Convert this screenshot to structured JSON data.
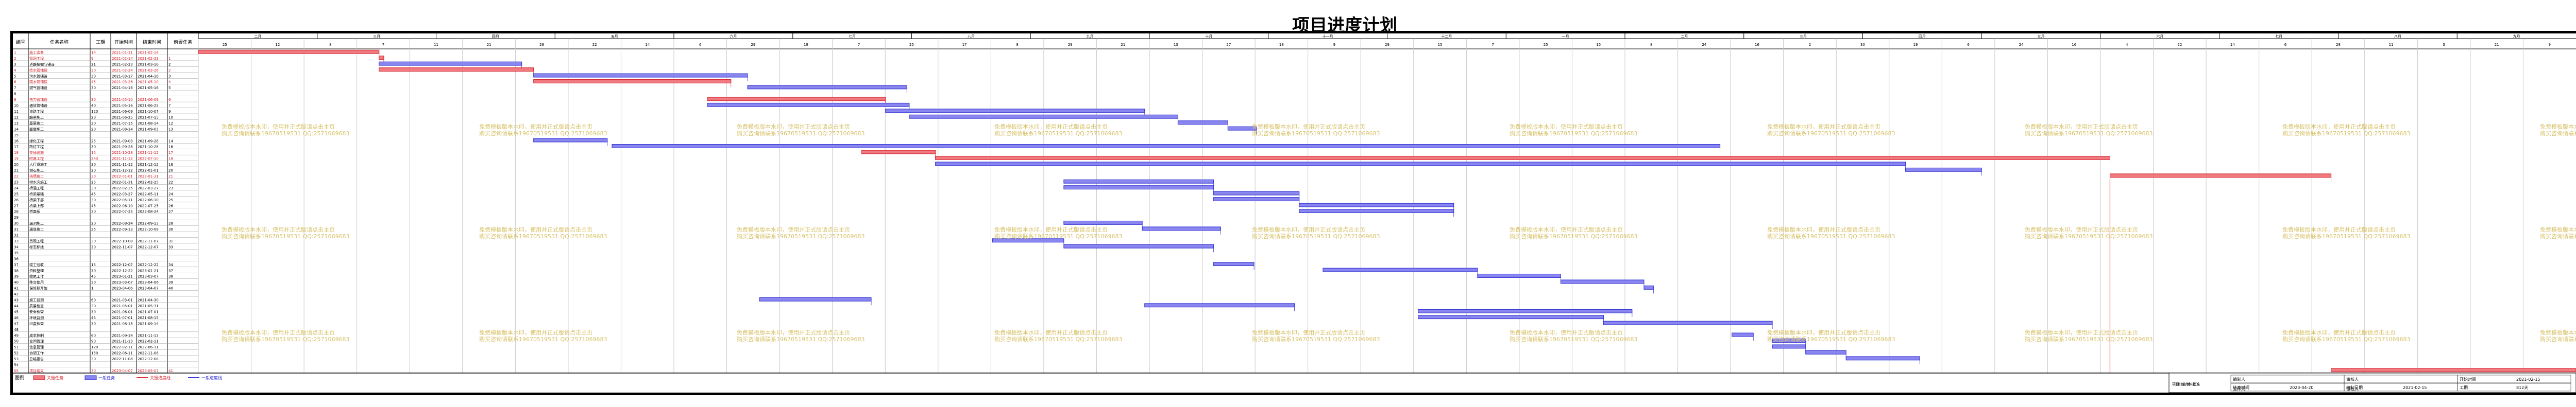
{
  "title": "项目进度计划",
  "columns": [
    "编号",
    "任务名称",
    "工期",
    "开始时间",
    "结束时间",
    "前置任务"
  ],
  "months": [
    "二月",
    "三月",
    "四月",
    "五月",
    "六月",
    "七月",
    "八月",
    "九月",
    "十月",
    "十一月",
    "十二月",
    "一月",
    "二月",
    "三月",
    "四月",
    "五月",
    "六月",
    "七月",
    "八月",
    "九月"
  ],
  "days": [
    "25",
    "12",
    "8",
    "7",
    "11",
    "21",
    "28",
    "22",
    "14",
    "6",
    "29",
    "19",
    "7",
    "25",
    "17",
    "8",
    "29",
    "21",
    "13",
    "27",
    "18",
    "9",
    "29",
    "15",
    "7",
    "25",
    "15",
    "8",
    "24",
    "16",
    "2",
    "30",
    "19",
    "6",
    "24",
    "16",
    "4",
    "22",
    "14",
    "6",
    "28",
    "11",
    "3",
    "21",
    "9"
  ],
  "watermark": [
    "免费模板版本水印，使用并正式版请点击主页",
    "购买咨询请联系19670519531 QQ:2571069683"
  ],
  "tasks": [
    {
      "id": "1",
      "name": "施工准备",
      "dur": "14",
      "start": "2021-01-31",
      "end": "2021-02-14",
      "pre": "",
      "type": "critical",
      "bar": [
        0.0,
        0.076
      ]
    },
    {
      "id": "2",
      "name": "管网工程",
      "dur": "9",
      "start": "2021-02-14",
      "end": "2021-02-23",
      "pre": "1",
      "type": "critical",
      "bar": [
        0.076,
        0.078
      ]
    },
    {
      "id": "3",
      "name": "道路挖掘与铺设",
      "dur": "21",
      "start": "2021-02-23",
      "end": "2021-03-16",
      "pre": "2",
      "type": "normal",
      "bar": [
        0.076,
        0.136
      ]
    },
    {
      "id": "4",
      "name": "给水管铺设",
      "dur": "30",
      "start": "2021-02-24",
      "end": "2021-03-26",
      "pre": "2",
      "type": "critical",
      "bar": [
        0.076,
        0.141
      ]
    },
    {
      "id": "5",
      "name": "污水管铺设",
      "dur": "30",
      "start": "2021-03-17",
      "end": "2021-04-16",
      "pre": "3",
      "type": "normal",
      "bar": [
        0.141,
        0.231
      ]
    },
    {
      "id": "6",
      "name": "雨水管铺设",
      "dur": "45",
      "start": "2021-03-26",
      "end": "2021-05-10",
      "pre": "4",
      "type": "critical",
      "bar": [
        0.141,
        0.224
      ]
    },
    {
      "id": "7",
      "name": "燃气管铺设",
      "dur": "30",
      "start": "2021-04-16",
      "end": "2021-05-16",
      "pre": "5",
      "type": "normal",
      "bar": [
        0.231,
        0.298
      ]
    },
    {
      "id": "8",
      "name": "",
      "dur": "",
      "start": "",
      "end": "",
      "pre": "",
      "type": "none",
      "bar": null
    },
    {
      "id": "9",
      "name": "电力管铺设",
      "dur": "30",
      "start": "2021-05-10",
      "end": "2021-06-09",
      "pre": "6",
      "type": "critical",
      "bar": [
        0.214,
        0.289
      ]
    },
    {
      "id": "10",
      "name": "通信管铺设",
      "dur": "40",
      "start": "2021-05-16",
      "end": "2021-06-25",
      "pre": "7",
      "type": "normal",
      "bar": [
        0.214,
        0.299
      ]
    },
    {
      "id": "11",
      "name": "道路工程",
      "dur": "120",
      "start": "2021-06-09",
      "end": "2021-10-07",
      "pre": "9",
      "type": "normal",
      "bar": [
        0.289,
        0.398
      ]
    },
    {
      "id": "12",
      "name": "路基施工",
      "dur": "20",
      "start": "2021-06-25",
      "end": "2021-07-15",
      "pre": "10",
      "type": "normal",
      "bar": [
        0.299,
        0.412
      ]
    },
    {
      "id": "13",
      "name": "基层施工",
      "dur": "30",
      "start": "2021-07-15",
      "end": "2021-08-14",
      "pre": "12",
      "type": "normal",
      "bar": [
        0.412,
        0.433
      ]
    },
    {
      "id": "14",
      "name": "面层施工",
      "dur": "20",
      "start": "2021-08-14",
      "end": "2021-09-03",
      "pre": "13",
      "type": "normal",
      "bar": [
        0.433,
        0.445
      ]
    },
    {
      "id": "15",
      "name": "",
      "dur": "",
      "start": "",
      "end": "",
      "pre": "",
      "type": "none",
      "bar": null
    },
    {
      "id": "16",
      "name": "绿化工程",
      "dur": "25",
      "start": "2021-09-03",
      "end": "2021-09-28",
      "pre": "14",
      "type": "normal",
      "bar": [
        0.141,
        0.172
      ]
    },
    {
      "id": "17",
      "name": "路灯工程",
      "dur": "30",
      "start": "2021-09-28",
      "end": "2021-10-28",
      "pre": "16",
      "type": "normal",
      "bar": [
        0.174,
        0.64
      ]
    },
    {
      "id": "18",
      "name": "交通设施",
      "dur": "15",
      "start": "2021-10-28",
      "end": "2021-11-12",
      "pre": "17",
      "type": "critical",
      "bar": [
        0.279,
        0.31
      ]
    },
    {
      "id": "19",
      "name": "附属工程",
      "dur": "240",
      "start": "2021-11-12",
      "end": "2022-07-10",
      "pre": "18",
      "type": "critical",
      "bar": [
        0.31,
        0.804
      ]
    },
    {
      "id": "20",
      "name": "人行道施工",
      "dur": "30",
      "start": "2021-11-12",
      "end": "2021-12-12",
      "pre": "18",
      "type": "normal",
      "bar": [
        0.31,
        0.718
      ]
    },
    {
      "id": "21",
      "name": "侧石施工",
      "dur": "20",
      "start": "2021-12-12",
      "end": "2022-01-01",
      "pre": "20",
      "type": "normal",
      "bar": [
        0.718,
        0.75
      ]
    },
    {
      "id": "22",
      "name": "挡墙施工",
      "dur": "30",
      "start": "2022-01-01",
      "end": "2022-01-31",
      "pre": "21",
      "type": "critical",
      "bar": [
        0.804,
        0.897
      ]
    },
    {
      "id": "23",
      "name": "排水沟施工",
      "dur": "25",
      "start": "2022-01-31",
      "end": "2022-02-25",
      "pre": "22",
      "type": "normal",
      "bar": [
        0.364,
        0.427
      ]
    },
    {
      "id": "24",
      "name": "桥涵工程",
      "dur": "30",
      "start": "2022-02-25",
      "end": "2022-03-27",
      "pre": "23",
      "type": "normal",
      "bar": [
        0.364,
        0.427
      ]
    },
    {
      "id": "25",
      "name": "桥梁基础",
      "dur": "45",
      "start": "2022-03-27",
      "end": "2022-05-11",
      "pre": "24",
      "type": "normal",
      "bar": [
        0.427,
        0.463
      ]
    },
    {
      "id": "26",
      "name": "桥梁下部",
      "dur": "30",
      "start": "2022-05-11",
      "end": "2022-06-10",
      "pre": "25",
      "type": "normal",
      "bar": [
        0.427,
        0.463
      ]
    },
    {
      "id": "27",
      "name": "桥梁上部",
      "dur": "45",
      "start": "2022-06-10",
      "end": "2022-07-25",
      "pre": "26",
      "type": "normal",
      "bar": [
        0.463,
        0.528
      ]
    },
    {
      "id": "28",
      "name": "桥面系",
      "dur": "30",
      "start": "2022-07-25",
      "end": "2022-08-24",
      "pre": "27",
      "type": "normal",
      "bar": [
        0.463,
        0.528
      ]
    },
    {
      "id": "29",
      "name": "",
      "dur": "",
      "start": "",
      "end": "",
      "pre": "",
      "type": "none",
      "bar": null
    },
    {
      "id": "30",
      "name": "涵洞施工",
      "dur": "20",
      "start": "2022-08-24",
      "end": "2022-09-13",
      "pre": "28",
      "type": "normal",
      "bar": [
        0.364,
        0.397
      ]
    },
    {
      "id": "31",
      "name": "通道施工",
      "dur": "25",
      "start": "2022-09-13",
      "end": "2022-10-08",
      "pre": "30",
      "type": "normal",
      "bar": [
        0.397,
        0.43
      ]
    },
    {
      "id": "32",
      "name": "",
      "dur": "",
      "start": "",
      "end": "",
      "pre": "",
      "type": "none",
      "bar": null
    },
    {
      "id": "33",
      "name": "景观工程",
      "dur": "30",
      "start": "2022-10-08",
      "end": "2022-11-07",
      "pre": "31",
      "type": "normal",
      "bar": [
        0.334,
        0.364
      ]
    },
    {
      "id": "34",
      "name": "标志标线",
      "dur": "30",
      "start": "2022-11-07",
      "end": "2022-12-07",
      "pre": "33",
      "type": "normal",
      "bar": [
        0.364,
        0.427
      ]
    },
    {
      "id": "35",
      "name": "",
      "dur": "",
      "start": "",
      "end": "",
      "pre": "",
      "type": "none",
      "bar": null
    },
    {
      "id": "36",
      "name": "",
      "dur": "",
      "start": "",
      "end": "",
      "pre": "",
      "type": "none",
      "bar": null
    },
    {
      "id": "37",
      "name": "竣工验收",
      "dur": "15",
      "start": "2022-12-07",
      "end": "2022-12-22",
      "pre": "34",
      "type": "normal",
      "bar": [
        0.427,
        0.444
      ]
    },
    {
      "id": "38",
      "name": "资料整理",
      "dur": "30",
      "start": "2022-12-22",
      "end": "2023-01-21",
      "pre": "37",
      "type": "normal",
      "bar": [
        0.473,
        0.538
      ]
    },
    {
      "id": "39",
      "name": "收尾工作",
      "dur": "45",
      "start": "2023-01-21",
      "end": "2023-03-07",
      "pre": "38",
      "type": "normal",
      "bar": [
        0.538,
        0.573
      ]
    },
    {
      "id": "40",
      "name": "移交使用",
      "dur": "30",
      "start": "2023-03-07",
      "end": "2023-04-06",
      "pre": "39",
      "type": "normal",
      "bar": [
        0.573,
        0.608
      ]
    },
    {
      "id": "41",
      "name": "保修期开始",
      "dur": "1",
      "start": "2023-04-06",
      "end": "2023-04-07",
      "pre": "40",
      "type": "normal",
      "bar": [
        0.608,
        0.612
      ]
    },
    {
      "id": "42",
      "name": "",
      "dur": "",
      "start": "",
      "end": "",
      "pre": "",
      "type": "none",
      "bar": null
    },
    {
      "id": "43",
      "name": "施工监测",
      "dur": "60",
      "start": "2021-03-01",
      "end": "2021-04-30",
      "pre": "",
      "type": "normal",
      "bar": [
        0.236,
        0.283
      ]
    },
    {
      "id": "44",
      "name": "质量检查",
      "dur": "30",
      "start": "2021-05-01",
      "end": "2021-05-31",
      "pre": "",
      "type": "normal",
      "bar": [
        0.398,
        0.461
      ]
    },
    {
      "id": "45",
      "name": "安全检查",
      "dur": "30",
      "start": "2021-06-01",
      "end": "2021-07-01",
      "pre": "",
      "type": "normal",
      "bar": [
        0.513,
        0.603
      ]
    },
    {
      "id": "46",
      "name": "环境监测",
      "dur": "45",
      "start": "2021-07-01",
      "end": "2021-08-15",
      "pre": "",
      "type": "normal",
      "bar": [
        0.513,
        0.591
      ]
    },
    {
      "id": "47",
      "name": "进度检查",
      "dur": "30",
      "start": "2021-08-15",
      "end": "2021-09-14",
      "pre": "",
      "type": "normal",
      "bar": [
        0.591,
        0.662
      ]
    },
    {
      "id": "48",
      "name": "",
      "dur": "",
      "start": "",
      "end": "",
      "pre": "",
      "type": "none",
      "bar": null
    },
    {
      "id": "49",
      "name": "成本控制",
      "dur": "60",
      "start": "2021-09-14",
      "end": "2021-11-13",
      "pre": "",
      "type": "normal",
      "bar": [
        0.645,
        0.654
      ]
    },
    {
      "id": "50",
      "name": "合同管理",
      "dur": "90",
      "start": "2021-11-13",
      "end": "2022-02-11",
      "pre": "",
      "type": "normal",
      "bar": [
        0.662,
        0.676
      ]
    },
    {
      "id": "51",
      "name": "信息管理",
      "dur": "120",
      "start": "2022-02-11",
      "end": "2022-06-11",
      "pre": "",
      "type": "normal",
      "bar": [
        0.662,
        0.676
      ]
    },
    {
      "id": "52",
      "name": "协调工作",
      "dur": "150",
      "start": "2022-06-11",
      "end": "2022-11-08",
      "pre": "",
      "type": "normal",
      "bar": [
        0.676,
        0.693
      ]
    },
    {
      "id": "53",
      "name": "总结报告",
      "dur": "30",
      "start": "2022-11-08",
      "end": "2022-12-08",
      "pre": "",
      "type": "normal",
      "bar": [
        0.693,
        0.724
      ]
    },
    {
      "id": "54",
      "name": "",
      "dur": "",
      "start": "",
      "end": "",
      "pre": "",
      "type": "none",
      "bar": null
    },
    {
      "id": "55",
      "name": "项目结束",
      "dur": "30",
      "start": "2023-04-07",
      "end": "2023-05-07",
      "pre": "41",
      "type": "critical",
      "bar": [
        0.897,
        1.0
      ]
    }
  ],
  "legend": {
    "label": "图例",
    "items": [
      "关键任务",
      "一般任务",
      "关键进度线",
      "一般进度线"
    ]
  },
  "footer": {
    "vertical_labels": [
      "项目",
      "单位",
      "编制",
      "审核",
      "批准"
    ],
    "cells": [
      {
        "k": "编制人",
        "v": ""
      },
      {
        "k": "审核人",
        "v": ""
      },
      {
        "k": "开始时间",
        "v": "2021-02-15"
      },
      {
        "k": "结束时间",
        "v": "2023-04-20"
      },
      {
        "k": "编制日期",
        "v": "2021-02-15"
      },
      {
        "k": "工期",
        "v": "812天"
      }
    ],
    "row2": [
      "文件人",
      "审批人"
    ]
  },
  "colors": {
    "critical": "#f07a80",
    "normal": "#8a86f0",
    "critical_border": "#d41f2a",
    "normal_border": "#2b2bd0",
    "grid": "#c9c9c9",
    "progress_critical": "#e03030",
    "progress_normal": "#3a3ad8",
    "watermark": "#d8c26a"
  }
}
